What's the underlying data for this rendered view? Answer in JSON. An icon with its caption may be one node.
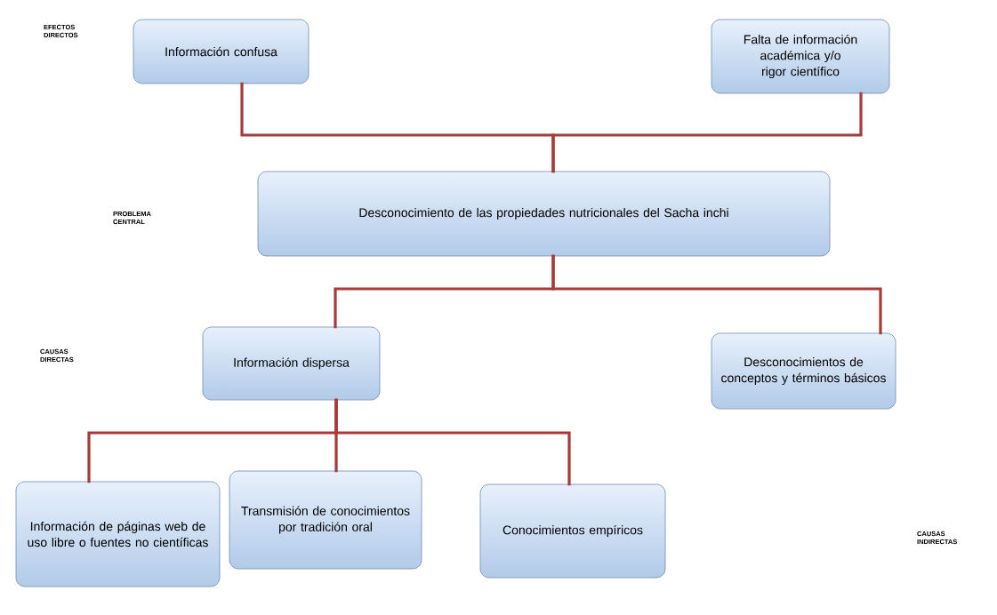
{
  "diagram": {
    "nodes": [
      {
        "text": [
          "Información confusa"
        ]
      },
      {
        "text": [
          "Falta de información académica y/o rigor científico"
        ]
      },
      {
        "text": [
          "Desconocimiento de las propiedades nutricionales del Sacha inchi"
        ]
      },
      {
        "text": [
          "Información dispersa"
        ]
      },
      {
        "text": [
          "Desconocimientos de conceptos y términos básicos"
        ]
      },
      {
        "text": [
          "Información de páginas web de uso libre o fuentes no científicas"
        ]
      },
      {
        "text": [
          "Transmisión de conocimientos por tradición oral"
        ]
      },
      {
        "text": [
          "Conocimientos empíricos"
        ]
      }
    ],
    "edges": [
      {
        "from": 2,
        "to": 0,
        "arrow": "none"
      },
      {
        "from": 2,
        "to": 1,
        "arrow": "none"
      },
      {
        "from": 2,
        "to": 3,
        "arrow": "none"
      },
      {
        "from": 2,
        "to": 4,
        "arrow": "none"
      },
      {
        "from": 3,
        "to": 5,
        "arrow": "none"
      },
      {
        "from": 3,
        "to": 6,
        "arrow": "none"
      },
      {
        "from": 3,
        "to": 7,
        "arrow": "none"
      }
    ],
    "labels": [
      "EFECTOS DIRECTOS",
      "PROBLEMA CENTRAL",
      "CAUSAS DIRECTAS",
      "CAUSAS INDIRECTAS"
    ]
  }
}
